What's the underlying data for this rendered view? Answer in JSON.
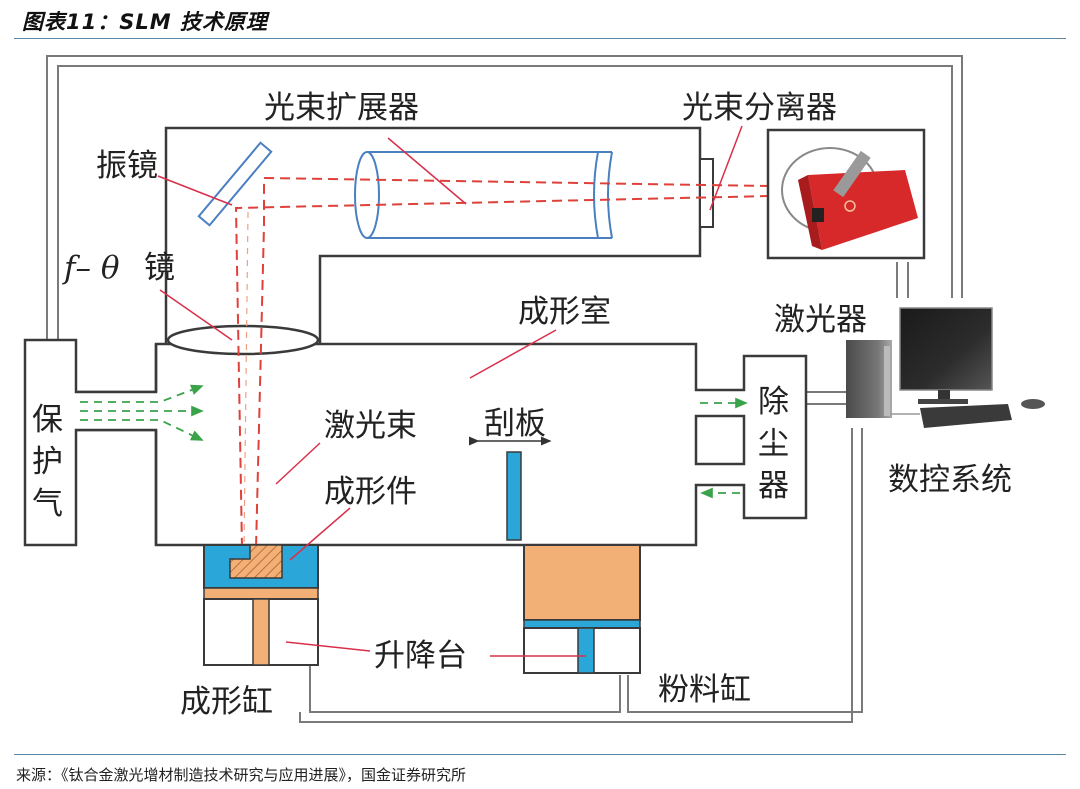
{
  "figure": {
    "title": "图表11：SLM 技术原理",
    "source": "来源：《钛合金激光增材制造技术研究与应用进展》，国金证券研究所"
  },
  "labels": {
    "beam_expander": "光束扩展器",
    "beam_splitter": "光束分离器",
    "galvo_mirror": "振镜",
    "f_theta_prefix": "f– θ",
    "f_theta_suffix": "镜",
    "build_chamber": "成形室",
    "laser": "激光器",
    "shielding_gas": [
      "保",
      "护",
      "气"
    ],
    "laser_beam": "激光束",
    "scraper": "刮板",
    "formed_part": "成形件",
    "dust_collector": [
      "除",
      "尘",
      "器"
    ],
    "cnc_system": "数控系统",
    "lifting_platform": "升降台",
    "build_cylinder": "成形缸",
    "powder_cylinder": "粉料缸"
  },
  "colors": {
    "outline": "#3a3a3a",
    "wire": "#7a7a7a",
    "laser_beam": "#e0403a",
    "leader": "#d9304a",
    "optics": "#4a7fc0",
    "gas_flow": "#3aa34a",
    "powder": "#f2b077",
    "blue_fill": "#2aa6d8",
    "laser_device": "#d7282a"
  }
}
